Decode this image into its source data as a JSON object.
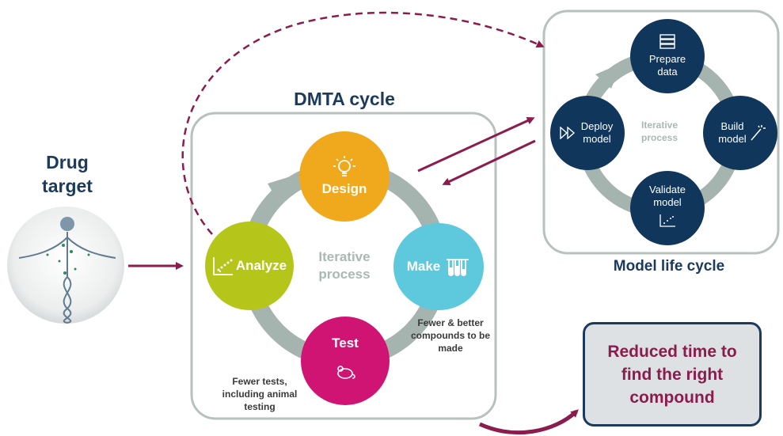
{
  "drug_target": {
    "title": "Drug target"
  },
  "dmta": {
    "title": "DMTA cycle",
    "center_label": "Iterative process",
    "design": "Design",
    "make": "Make",
    "test": "Test",
    "analyze": "Analyze",
    "make_note": "Fewer & better compounds to be made",
    "test_note": "Fewer tests, including animal testing"
  },
  "model_cycle": {
    "title": "Model life cycle",
    "center_label": "Iterative process",
    "prepare": "Prepare data",
    "build": "Build model",
    "validate": "Validate model",
    "deploy": "Deploy model"
  },
  "outcome": {
    "text": "Reduced time to find the right compound"
  },
  "colors": {
    "design": "#f0a81c",
    "make": "#5ec8dc",
    "test": "#d01474",
    "analyze": "#b5c51a",
    "model_node": "#11365c",
    "arrow": "#8a1c4e",
    "cycle_ring": "#a6b4b0",
    "title_text": "#1b3a5c",
    "outcome_text": "#8a1c4e"
  }
}
